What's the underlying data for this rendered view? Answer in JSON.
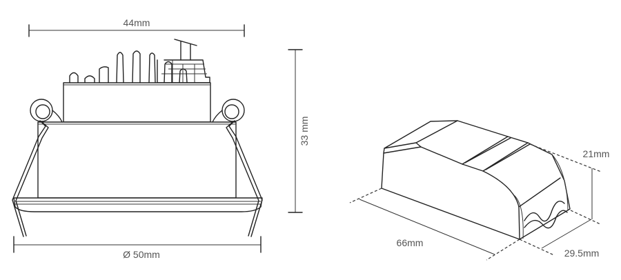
{
  "downlight": {
    "width_label": "44mm",
    "height_label": "33 mm",
    "diameter_label": "Ø 50mm"
  },
  "driver": {
    "length_label": "66mm",
    "depth_label": "29.5mm",
    "height_label": "21mm"
  }
}
